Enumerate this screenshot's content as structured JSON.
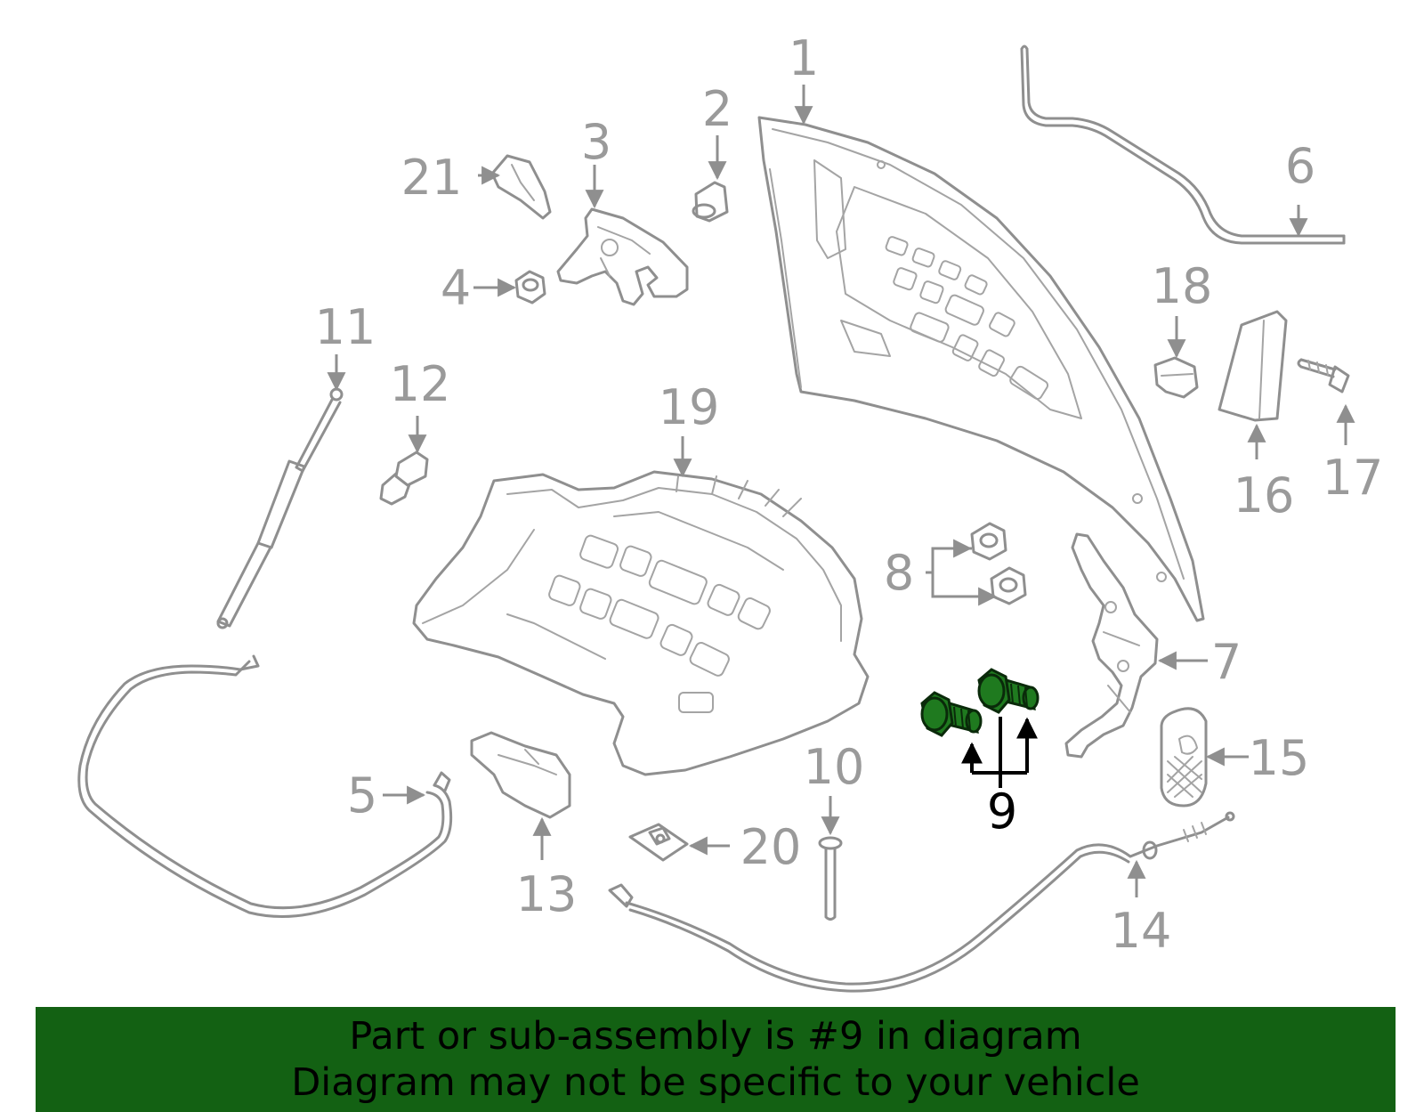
{
  "diagram": {
    "callouts": [
      {
        "id": "1",
        "label": "1"
      },
      {
        "id": "2",
        "label": "2"
      },
      {
        "id": "3",
        "label": "3"
      },
      {
        "id": "4",
        "label": "4"
      },
      {
        "id": "5",
        "label": "5"
      },
      {
        "id": "6",
        "label": "6"
      },
      {
        "id": "7",
        "label": "7"
      },
      {
        "id": "8",
        "label": "8"
      },
      {
        "id": "9",
        "label": "9",
        "highlighted": true
      },
      {
        "id": "10",
        "label": "10"
      },
      {
        "id": "11",
        "label": "11"
      },
      {
        "id": "12",
        "label": "12"
      },
      {
        "id": "13",
        "label": "13"
      },
      {
        "id": "14",
        "label": "14"
      },
      {
        "id": "15",
        "label": "15"
      },
      {
        "id": "16",
        "label": "16"
      },
      {
        "id": "17",
        "label": "17"
      },
      {
        "id": "18",
        "label": "18"
      },
      {
        "id": "19",
        "label": "19"
      },
      {
        "id": "20",
        "label": "20"
      },
      {
        "id": "21",
        "label": "21"
      }
    ],
    "colors": {
      "line_art": "#8f8f8f",
      "highlight_part": "#1f7a1f",
      "banner_bg": "#136113",
      "banner_text": "#000000"
    }
  },
  "banner": {
    "line1": "Part or sub-assembly is #9 in diagram",
    "line2": "Diagram may not be specific to your vehicle"
  }
}
